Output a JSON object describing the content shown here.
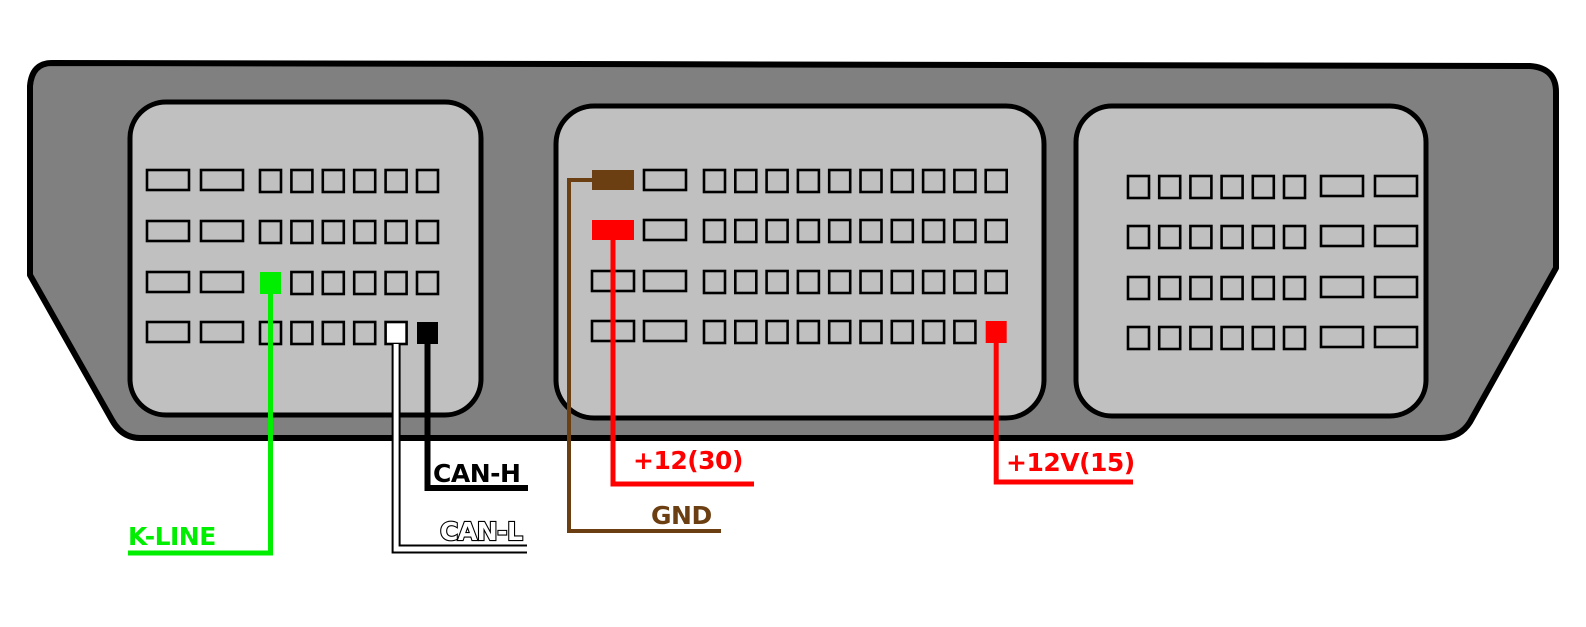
{
  "title": "ECU connector pinout",
  "colors": {
    "housing_fill": "#808080",
    "block_fill": "#c0c0c0",
    "outline": "#000000",
    "k_line": "#00ee00",
    "can_h": "#000000",
    "can_l": "#ffffff",
    "gnd": "#6b3f12",
    "plus12_30": "#ff0000",
    "plus12v_15": "#ff0000"
  },
  "connector_blocks": [
    {
      "name": "left-block",
      "rows": [
        [
          "wide",
          "wide",
          "sq",
          "sq",
          "sq",
          "sq",
          "sq",
          "sq"
        ],
        [
          "wide",
          "wide",
          "sq",
          "sq",
          "sq",
          "sq",
          "sq",
          "sq"
        ],
        [
          "wide",
          "wide",
          "k_line",
          "sq",
          "sq",
          "sq",
          "sq",
          "sq"
        ],
        [
          "wide",
          "wide",
          "sq",
          "sq",
          "sq",
          "sq",
          "can_l",
          "can_h"
        ]
      ]
    },
    {
      "name": "middle-block",
      "rows": [
        [
          "gnd",
          "wide",
          "sq",
          "sq",
          "sq",
          "sq",
          "sq",
          "sq",
          "sq",
          "sq",
          "sq",
          "sq"
        ],
        [
          "plus12_30",
          "wide",
          "sq",
          "sq",
          "sq",
          "sq",
          "sq",
          "sq",
          "sq",
          "sq",
          "sq",
          "sq"
        ],
        [
          "wide",
          "wide",
          "sq",
          "sq",
          "sq",
          "sq",
          "sq",
          "sq",
          "sq",
          "sq",
          "sq",
          "sq"
        ],
        [
          "wide",
          "wide",
          "sq",
          "sq",
          "sq",
          "sq",
          "sq",
          "sq",
          "sq",
          "sq",
          "sq",
          "plus12v_15"
        ]
      ]
    },
    {
      "name": "right-block",
      "rows": [
        [
          "sq",
          "sq",
          "sq",
          "sq",
          "sq",
          "sq",
          "wide",
          "wide"
        ],
        [
          "sq",
          "sq",
          "sq",
          "sq",
          "sq",
          "sq",
          "wide",
          "wide"
        ],
        [
          "sq",
          "sq",
          "sq",
          "sq",
          "sq",
          "sq",
          "wide",
          "wide"
        ],
        [
          "sq",
          "sq",
          "sq",
          "sq",
          "sq",
          "sq",
          "wide",
          "wide"
        ]
      ]
    }
  ],
  "signals": {
    "k_line": {
      "label": "K-LINE"
    },
    "can_h": {
      "label": "CAN-H"
    },
    "can_l": {
      "label": "CAN-L"
    },
    "gnd": {
      "label": "GND"
    },
    "plus12_30": {
      "label": "+12(30)"
    },
    "plus12v_15": {
      "label": "+12V(15)"
    }
  }
}
